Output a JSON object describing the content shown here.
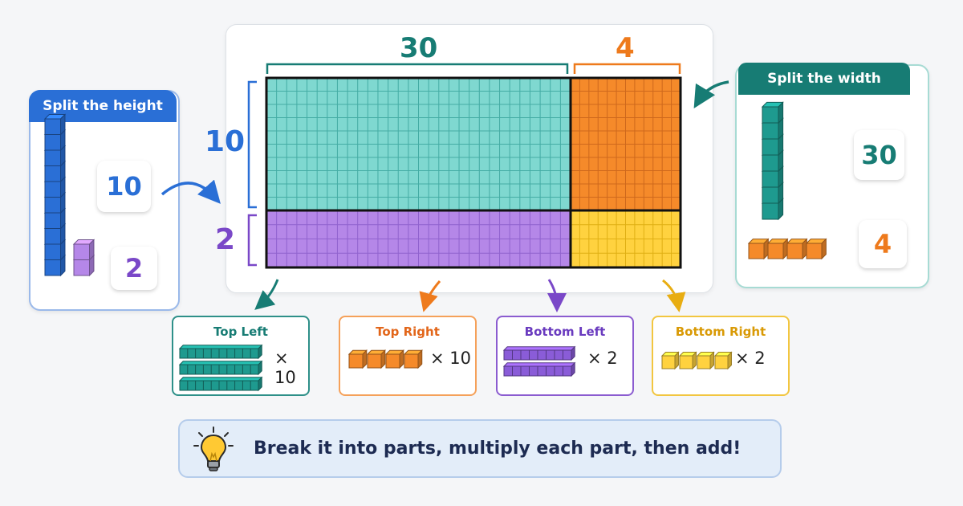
{
  "dimensions": {
    "top_width": "30",
    "top_width_right": "4",
    "left_height": "10",
    "left_height_bottom": "2"
  },
  "left_panel": {
    "title": "Split the height",
    "value_top": "10",
    "value_bottom": "2"
  },
  "right_panel": {
    "title": "Split the width",
    "value_top": "30",
    "value_bottom": "4"
  },
  "parts": [
    {
      "title": "Top Left",
      "multiplier": "× 10"
    },
    {
      "title": "Top Right",
      "multiplier": "× 10"
    },
    {
      "title": "Bottom Left",
      "multiplier": "× 2"
    },
    {
      "title": "Bottom Right",
      "multiplier": "× 2"
    }
  ],
  "tip": {
    "icon": "lightbulb-icon",
    "text": "Break it into parts, multiply each part, then add!"
  },
  "colors": {
    "teal": "#7fd8d0",
    "orange": "#f58a2a",
    "purple": "#b587e8",
    "yellow": "#ffd23f",
    "blue": "#2a6fd6",
    "dark_teal": "#177c74"
  }
}
